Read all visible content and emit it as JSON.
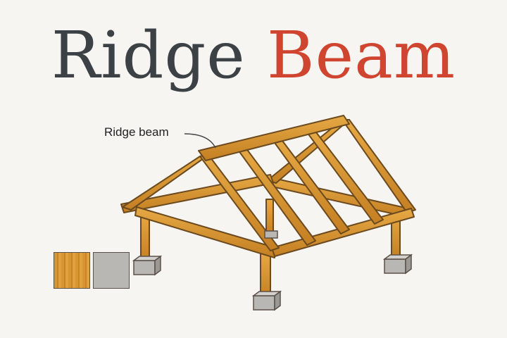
{
  "title": {
    "word1": "Ridge",
    "word2": "Beam"
  },
  "callout": {
    "label": "Ridge beam"
  },
  "colors": {
    "title_dark": "#3c4146",
    "title_accent": "#cf4530",
    "wood": "#d9952f",
    "wood_edge": "#6b4a1f",
    "concrete": "#b9b7b3"
  },
  "legend": {
    "swatches": [
      "wood",
      "concrete"
    ]
  }
}
